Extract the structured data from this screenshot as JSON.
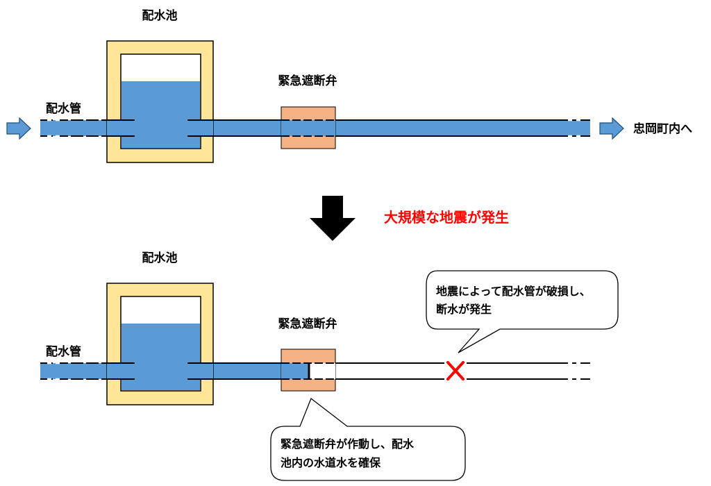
{
  "top": {
    "reservoir_label": "配水池",
    "pipe_label": "配水管",
    "valve_label": "緊急遮断弁",
    "destination_label": "忠岡町内へ"
  },
  "transition": {
    "event_label": "大規模な地震が発生",
    "event_color": "#ff0000"
  },
  "bottom": {
    "reservoir_label": "配水池",
    "pipe_label": "配水管",
    "valve_label": "緊急遮断弁",
    "callout_break_line1": "地震によって配水管が破損し、",
    "callout_break_line2": "断水が発生",
    "callout_valve_line1": "緊急遮断弁が作動し、配水",
    "callout_valve_line2": "池内の水道水を確保"
  },
  "colors": {
    "water": "#5b9bd5",
    "tank_frame": "#ffe699",
    "valve": "#f4b183",
    "break_mark": "#ff0000",
    "arrow": "#000000"
  },
  "icons": {
    "flow_in": "right-arrow-icon",
    "flow_out": "right-arrow-icon",
    "down": "down-arrow-icon",
    "break": "x-mark-icon"
  }
}
